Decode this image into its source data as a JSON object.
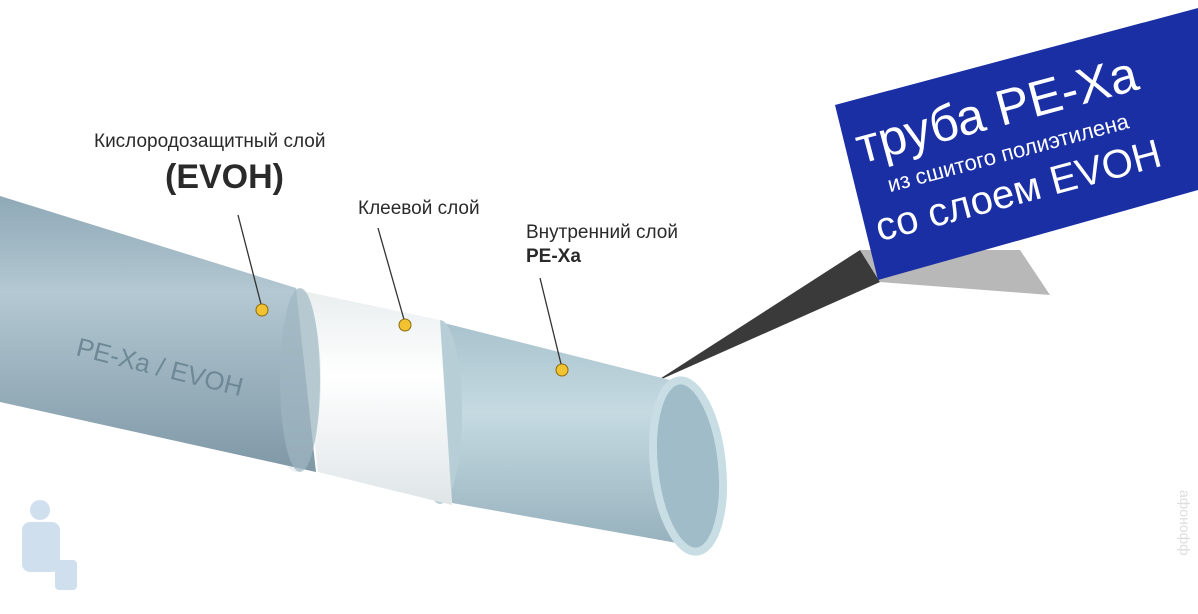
{
  "labels": {
    "oxygen_layer": "Кислородозащитный слой",
    "oxygen_layer_code": "(EVOH)",
    "adhesive_layer": "Клеевой слой",
    "inner_layer": "Внутренний слой",
    "inner_layer_code": "PE-Xa",
    "pipe_marking": "PE-Xa / EVOH"
  },
  "banner": {
    "line1": "труба PE-Xa",
    "line2": "из сшитого полиэтилена",
    "line3": "со слоем EVOH",
    "color": "#1b2fa5"
  },
  "watermark": "афонофф",
  "colors": {
    "dot": "#f2c230",
    "pipe": "#a9c0cc",
    "inner": "#bcd3dc"
  }
}
